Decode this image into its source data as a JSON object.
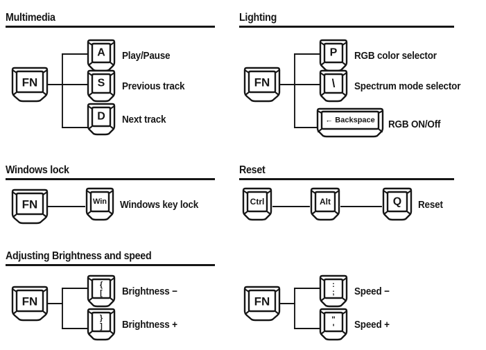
{
  "document": {
    "kind": "keyboard-shortcut-reference",
    "sections": [
      {
        "id": "multimedia",
        "title": "Multimedia",
        "modifier": "FN",
        "shortcuts": [
          {
            "key": "A",
            "action": "Play/Pause"
          },
          {
            "key": "S",
            "action": "Previous track"
          },
          {
            "key": "D",
            "action": "Next track"
          }
        ]
      },
      {
        "id": "lighting",
        "title": "Lighting",
        "modifier": "FN",
        "shortcuts": [
          {
            "key": "P",
            "action": "RGB color selector"
          },
          {
            "key": "\\",
            "action": "Spectrum mode selector"
          },
          {
            "key": "← Backspace",
            "action": "RGB ON/Off"
          }
        ]
      },
      {
        "id": "windows-lock",
        "title": "Windows lock",
        "modifier": "FN",
        "shortcuts": [
          {
            "key": "Win",
            "action": "Windows key lock"
          }
        ]
      },
      {
        "id": "reset",
        "title": "Reset",
        "modifier": "Ctrl",
        "shortcuts": [
          {
            "key": "Alt",
            "action": ""
          },
          {
            "key": "Q",
            "action": "Reset"
          }
        ]
      },
      {
        "id": "brightness-speed",
        "title": "Adjusting Brightness and speed",
        "modifier": "FN",
        "shortcuts": [
          {
            "key_top": "{",
            "key_bottom": "[",
            "action": "Brightness −"
          },
          {
            "key_top": "}",
            "key_bottom": "]",
            "action": "Brightness +"
          },
          {
            "key_top": ":",
            "key_bottom": ";",
            "action": "Speed −"
          },
          {
            "key_top": "\"",
            "key_bottom": "'",
            "action": "Speed +"
          }
        ]
      }
    ]
  },
  "headings": {
    "multimedia": "Multimedia",
    "lighting": "Lighting",
    "windows_lock": "Windows lock",
    "reset": "Reset",
    "brightness_speed": "Adjusting Brightness and speed"
  },
  "keys": {
    "fn": "FN",
    "a": "A",
    "s": "S",
    "d": "D",
    "p": "P",
    "backslash": "\\",
    "backspace": "← Backspace",
    "win": "Win",
    "ctrl": "Ctrl",
    "alt": "Alt",
    "q": "Q",
    "brace_open": "{",
    "bracket_open": "[",
    "brace_close": "}",
    "bracket_close": "]",
    "colon": ":",
    "semicolon": ";",
    "quote_double": "\"",
    "quote_single": "'"
  },
  "labels": {
    "play_pause": "Play/Pause",
    "previous_track": "Previous track",
    "next_track": "Next track",
    "rgb_color_selector": "RGB color selector",
    "spectrum_mode_selector": "Spectrum mode selector",
    "rgb_on_off": "RGB ON/Off",
    "windows_key_lock": "Windows key lock",
    "reset": "Reset",
    "brightness_minus": "Brightness −",
    "brightness_plus": "Brightness +",
    "speed_minus": "Speed −",
    "speed_plus": "Speed +"
  },
  "colors": {
    "ink": "#161616",
    "paper": "#ffffff"
  }
}
